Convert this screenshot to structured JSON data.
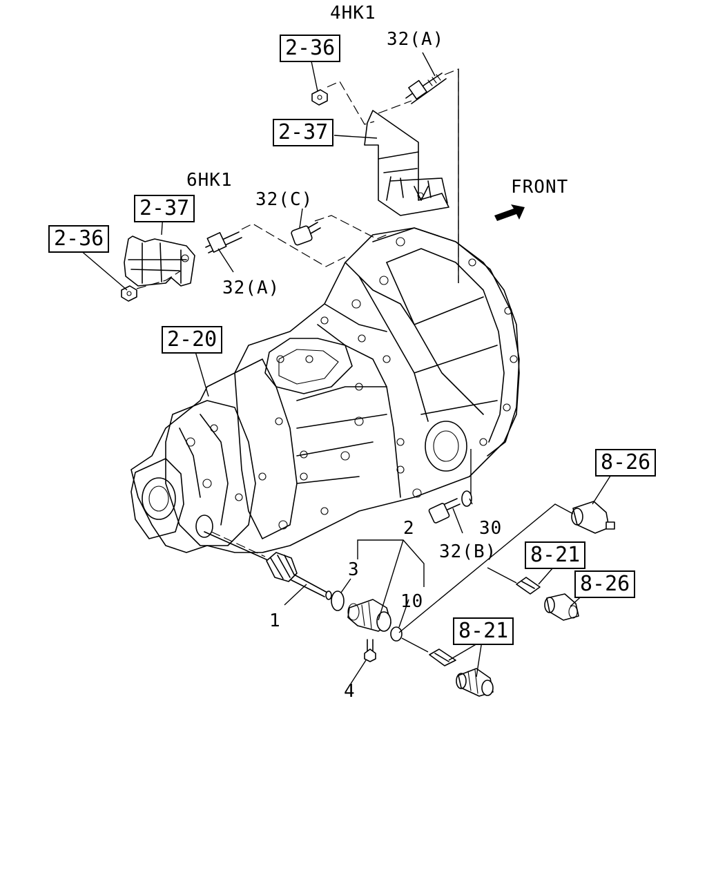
{
  "variant_labels": {
    "top": "4HK1",
    "left": "6HK1"
  },
  "direction": {
    "label": "FRONT"
  },
  "ref_boxes": {
    "bracket_nut_top": "2-36",
    "bracket_top": "2-37",
    "bracket_left": "2-37",
    "bracket_nut_left": "2-36",
    "transmission": "2-20",
    "sensor_upper": "8-26",
    "clip_upper": "8-21",
    "sensor_mid": "8-26",
    "clip_lower": "8-21"
  },
  "part_labels": {
    "stud_top": "32(A)",
    "bolt_c": "32(C)",
    "stud_left": "32(A)",
    "bolt_b": "32(B)",
    "washer_30": "30",
    "part_1": "1",
    "part_2": "2",
    "part_3": "3",
    "part_4": "4",
    "part_10": "10"
  }
}
